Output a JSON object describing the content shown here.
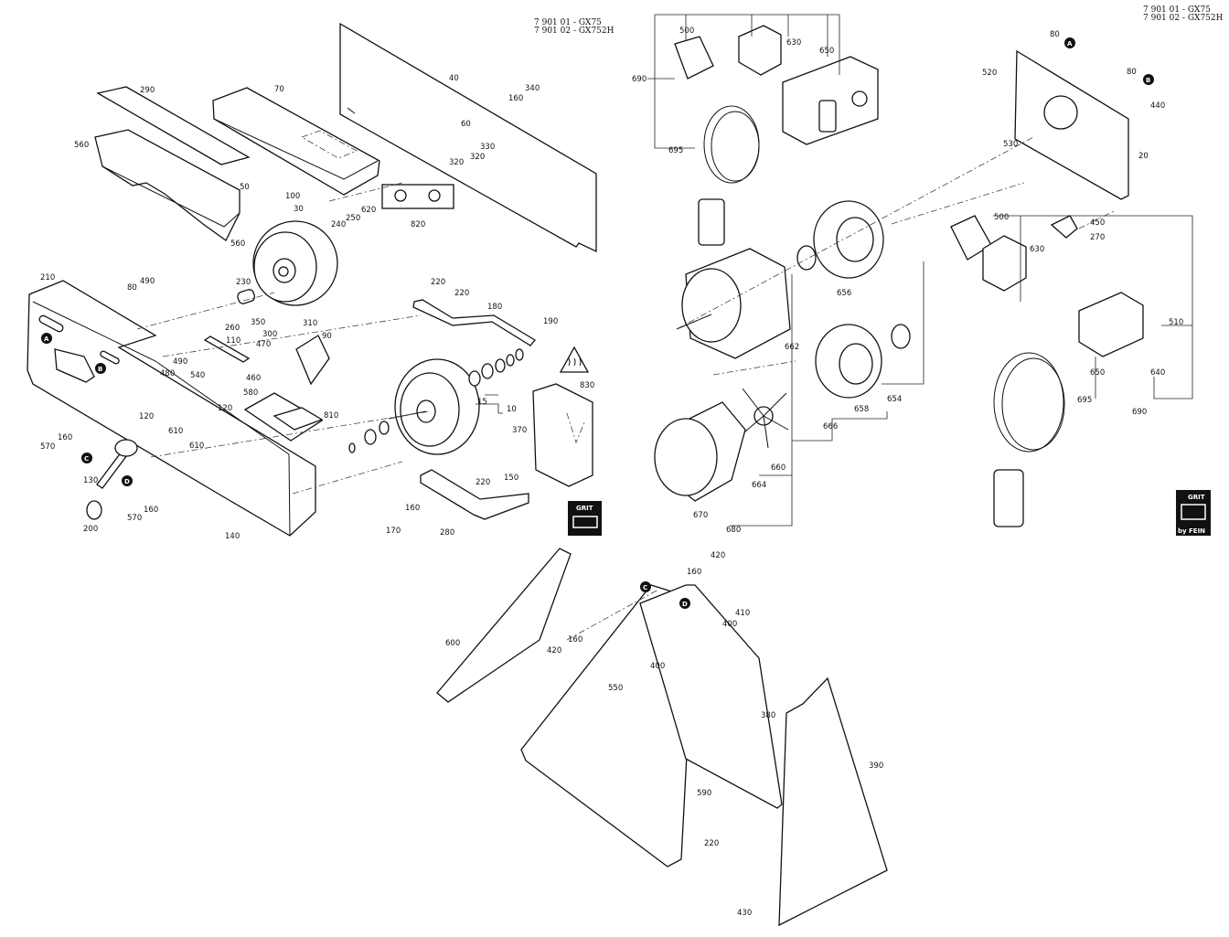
{
  "header": {
    "left": [
      "7 901 01 - GX75",
      "7 901 02 - GX752H"
    ],
    "right": [
      "7 901 01 - GX75",
      "7 901 02 - GX752H"
    ]
  },
  "markers": [
    "A",
    "B",
    "C",
    "D"
  ],
  "logo": {
    "top": "GRIT",
    "bottom": "by FEIN"
  },
  "labels": {
    "l20": "20",
    "l30": "30",
    "l40": "40",
    "l50": "50",
    "l60": "60",
    "l70": "70",
    "l80a": "80",
    "l80b": "80",
    "l80c": "80",
    "l90": "90",
    "l100": "100",
    "l110": "110",
    "l120a": "120",
    "l120b": "120",
    "l130": "130",
    "l140": "140",
    "l150": "150",
    "l160a": "160",
    "l160b": "160",
    "l160c": "160",
    "l160d": "160",
    "l160e": "160",
    "l160f": "160",
    "l170": "170",
    "l180": "180",
    "l190": "190",
    "l200": "200",
    "l210": "210",
    "l220a": "220",
    "l220b": "220",
    "l220c": "220",
    "l220d": "220",
    "l230": "230",
    "l240": "240",
    "l250": "250",
    "l260": "260",
    "l270": "270",
    "l280": "280",
    "l290": "290",
    "l300": "300",
    "l310": "310",
    "l320a": "320",
    "l320b": "320",
    "l330": "330",
    "l340": "340",
    "l350": "350",
    "l370": "370",
    "l380": "380",
    "l390": "390",
    "l400a": "400",
    "l400b": "400",
    "l410": "410",
    "l420a": "420",
    "l420b": "420",
    "l430": "430",
    "l440": "440",
    "l450": "450",
    "l460": "460",
    "l470": "470",
    "l480": "480",
    "l490a": "490",
    "l490b": "490",
    "l500a": "500",
    "l500b": "500",
    "l510": "510",
    "l520": "520",
    "l530": "530",
    "l540": "540",
    "l550": "550",
    "l560a": "560",
    "l560b": "560",
    "l570a": "570",
    "l570b": "570",
    "l580": "580",
    "l590": "590",
    "l600": "600",
    "l610a": "610",
    "l610b": "610",
    "l620": "620",
    "l630a": "630",
    "l630b": "630",
    "l640": "640",
    "l650a": "650",
    "l650b": "650",
    "l654": "654",
    "l656": "656",
    "l658": "658",
    "l660": "660",
    "l662": "662",
    "l664": "664",
    "l666": "666",
    "l670": "670",
    "l680": "680",
    "l690a": "690",
    "l690b": "690",
    "l695a": "695",
    "l695b": "695",
    "l810": "810",
    "l820": "820",
    "l830": "830",
    "l10": "10",
    "l15": "15"
  }
}
